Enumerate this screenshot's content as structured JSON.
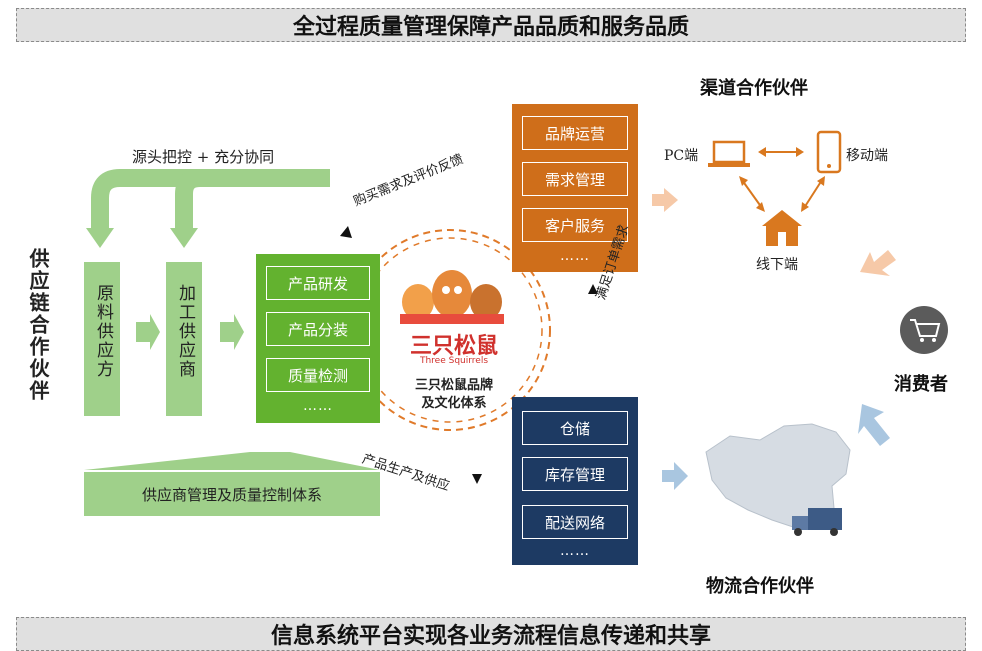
{
  "top_banner": "全过程质量管理保障产品品质和服务品质",
  "bottom_banner": "信息系统平台实现各业务流程信息传递和共享",
  "supply_chain_label": "供应链合作伙伴",
  "source_label": "源头把控 + 充分协同",
  "raw_supplier": "原料供应方",
  "processor": "加工供应商",
  "supplier_mgmt": "供应商管理及质量控制体系",
  "green_items": [
    "产品研发",
    "产品分装",
    "质量检测"
  ],
  "orange_items": [
    "品牌运营",
    "需求管理",
    "客户服务"
  ],
  "navy_items": [
    "仓储",
    "库存管理",
    "配送网络"
  ],
  "more": "……",
  "center_brand": {
    "logo_text": "三只松鼠",
    "logo_en": "Three Squirrels",
    "caption_line1": "三只松鼠品牌",
    "caption_line2": "及文化体系"
  },
  "arc_labels": {
    "top": "购买需求及评价反馈",
    "right": "满足订单需求",
    "bottom": "产品生产及供应"
  },
  "channel_title": "渠道合作伙伴",
  "pc_label": "PC端",
  "mobile_label": "移动端",
  "offline_label": "线下端",
  "consumer_label": "消费者",
  "logistics_title": "物流合作伙伴",
  "colors": {
    "green_dark": "#63b22f",
    "green_light": "#9fd08a",
    "orange": "#cf6e1a",
    "navy": "#1d3a63",
    "arrow_orange_light": "#f6c9a8",
    "arrow_blue_light": "#a9c6e0"
  }
}
